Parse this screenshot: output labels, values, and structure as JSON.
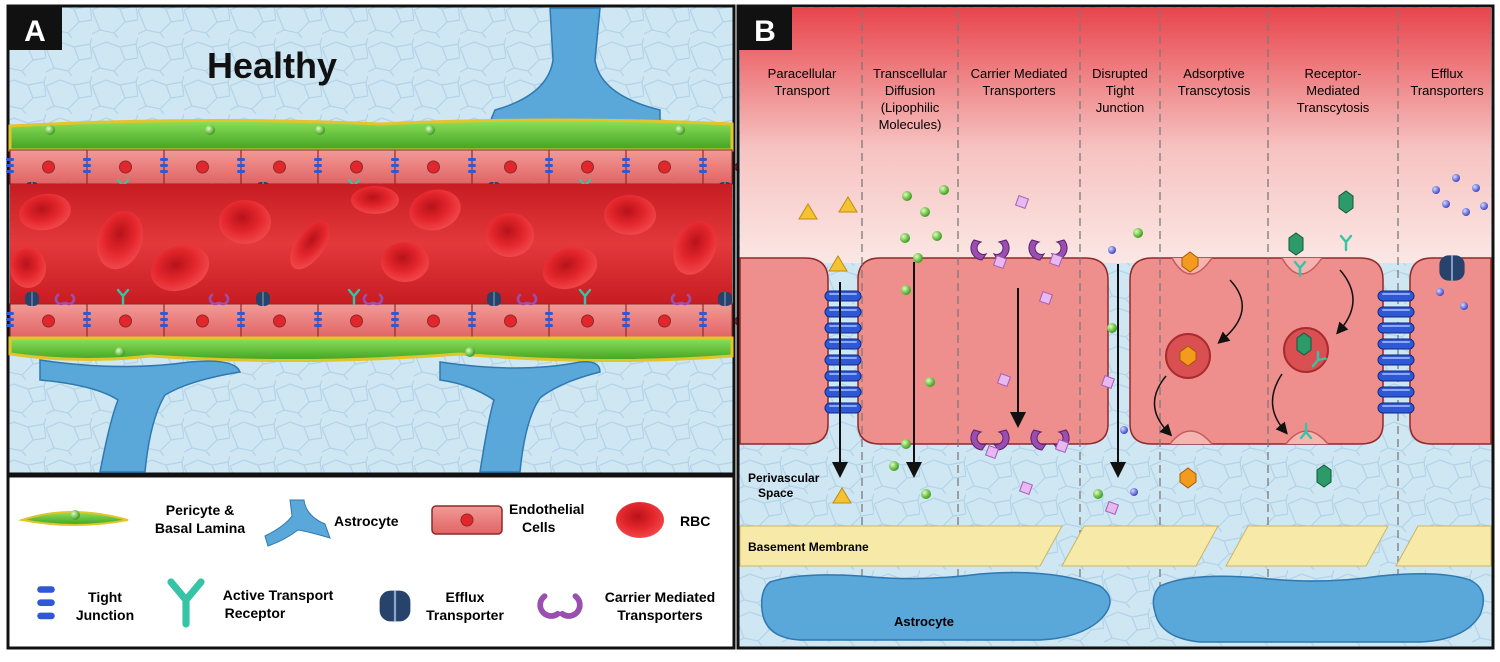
{
  "panel_a": {
    "letter": "A",
    "title": "Healthy"
  },
  "panel_b": {
    "letter": "B",
    "columns": [
      [
        "Paracellular",
        "Transport"
      ],
      [
        "Transcellular",
        "Diffusion",
        "(Lipophilic",
        "Molecules)"
      ],
      [
        "Carrier Mediated",
        "Transporters"
      ],
      [
        "Disrupted",
        "Tight",
        "Junction"
      ],
      [
        "Adsorptive",
        "Transcytosis"
      ],
      [
        "Receptor-",
        "Mediated",
        "Transcytosis"
      ],
      [
        "Efflux",
        "Transporters"
      ]
    ],
    "perivascular": [
      "Perivascular",
      "Space"
    ],
    "basement": "Basement Membrane",
    "astrocyte": "Astrocyte"
  },
  "legend": {
    "pericyte": [
      "Pericyte &",
      "Basal Lamina"
    ],
    "astrocyte": [
      "Astrocyte"
    ],
    "endothelial": [
      "Endothelial",
      "Cells"
    ],
    "rbc": [
      "RBC"
    ],
    "tight": [
      "Tight",
      "Junction"
    ],
    "receptor": [
      "Active Transport",
      "Receptor"
    ],
    "efflux": [
      "Efflux",
      "Transporter"
    ],
    "carrier": [
      "Carrier Mediated",
      "Transporters"
    ]
  },
  "colors": {
    "blood": "#d8262b",
    "endothelium": "#e97878",
    "pericyte": "#5cc232",
    "astrocyte": "#5aa7d9",
    "tight_junction": "#2f58d6",
    "receptor": "#35c4a6",
    "efflux": "#27426b",
    "carrier": "#9a4fb0",
    "basement": "#f7eaa8",
    "tissue": "#cfe6f3"
  }
}
